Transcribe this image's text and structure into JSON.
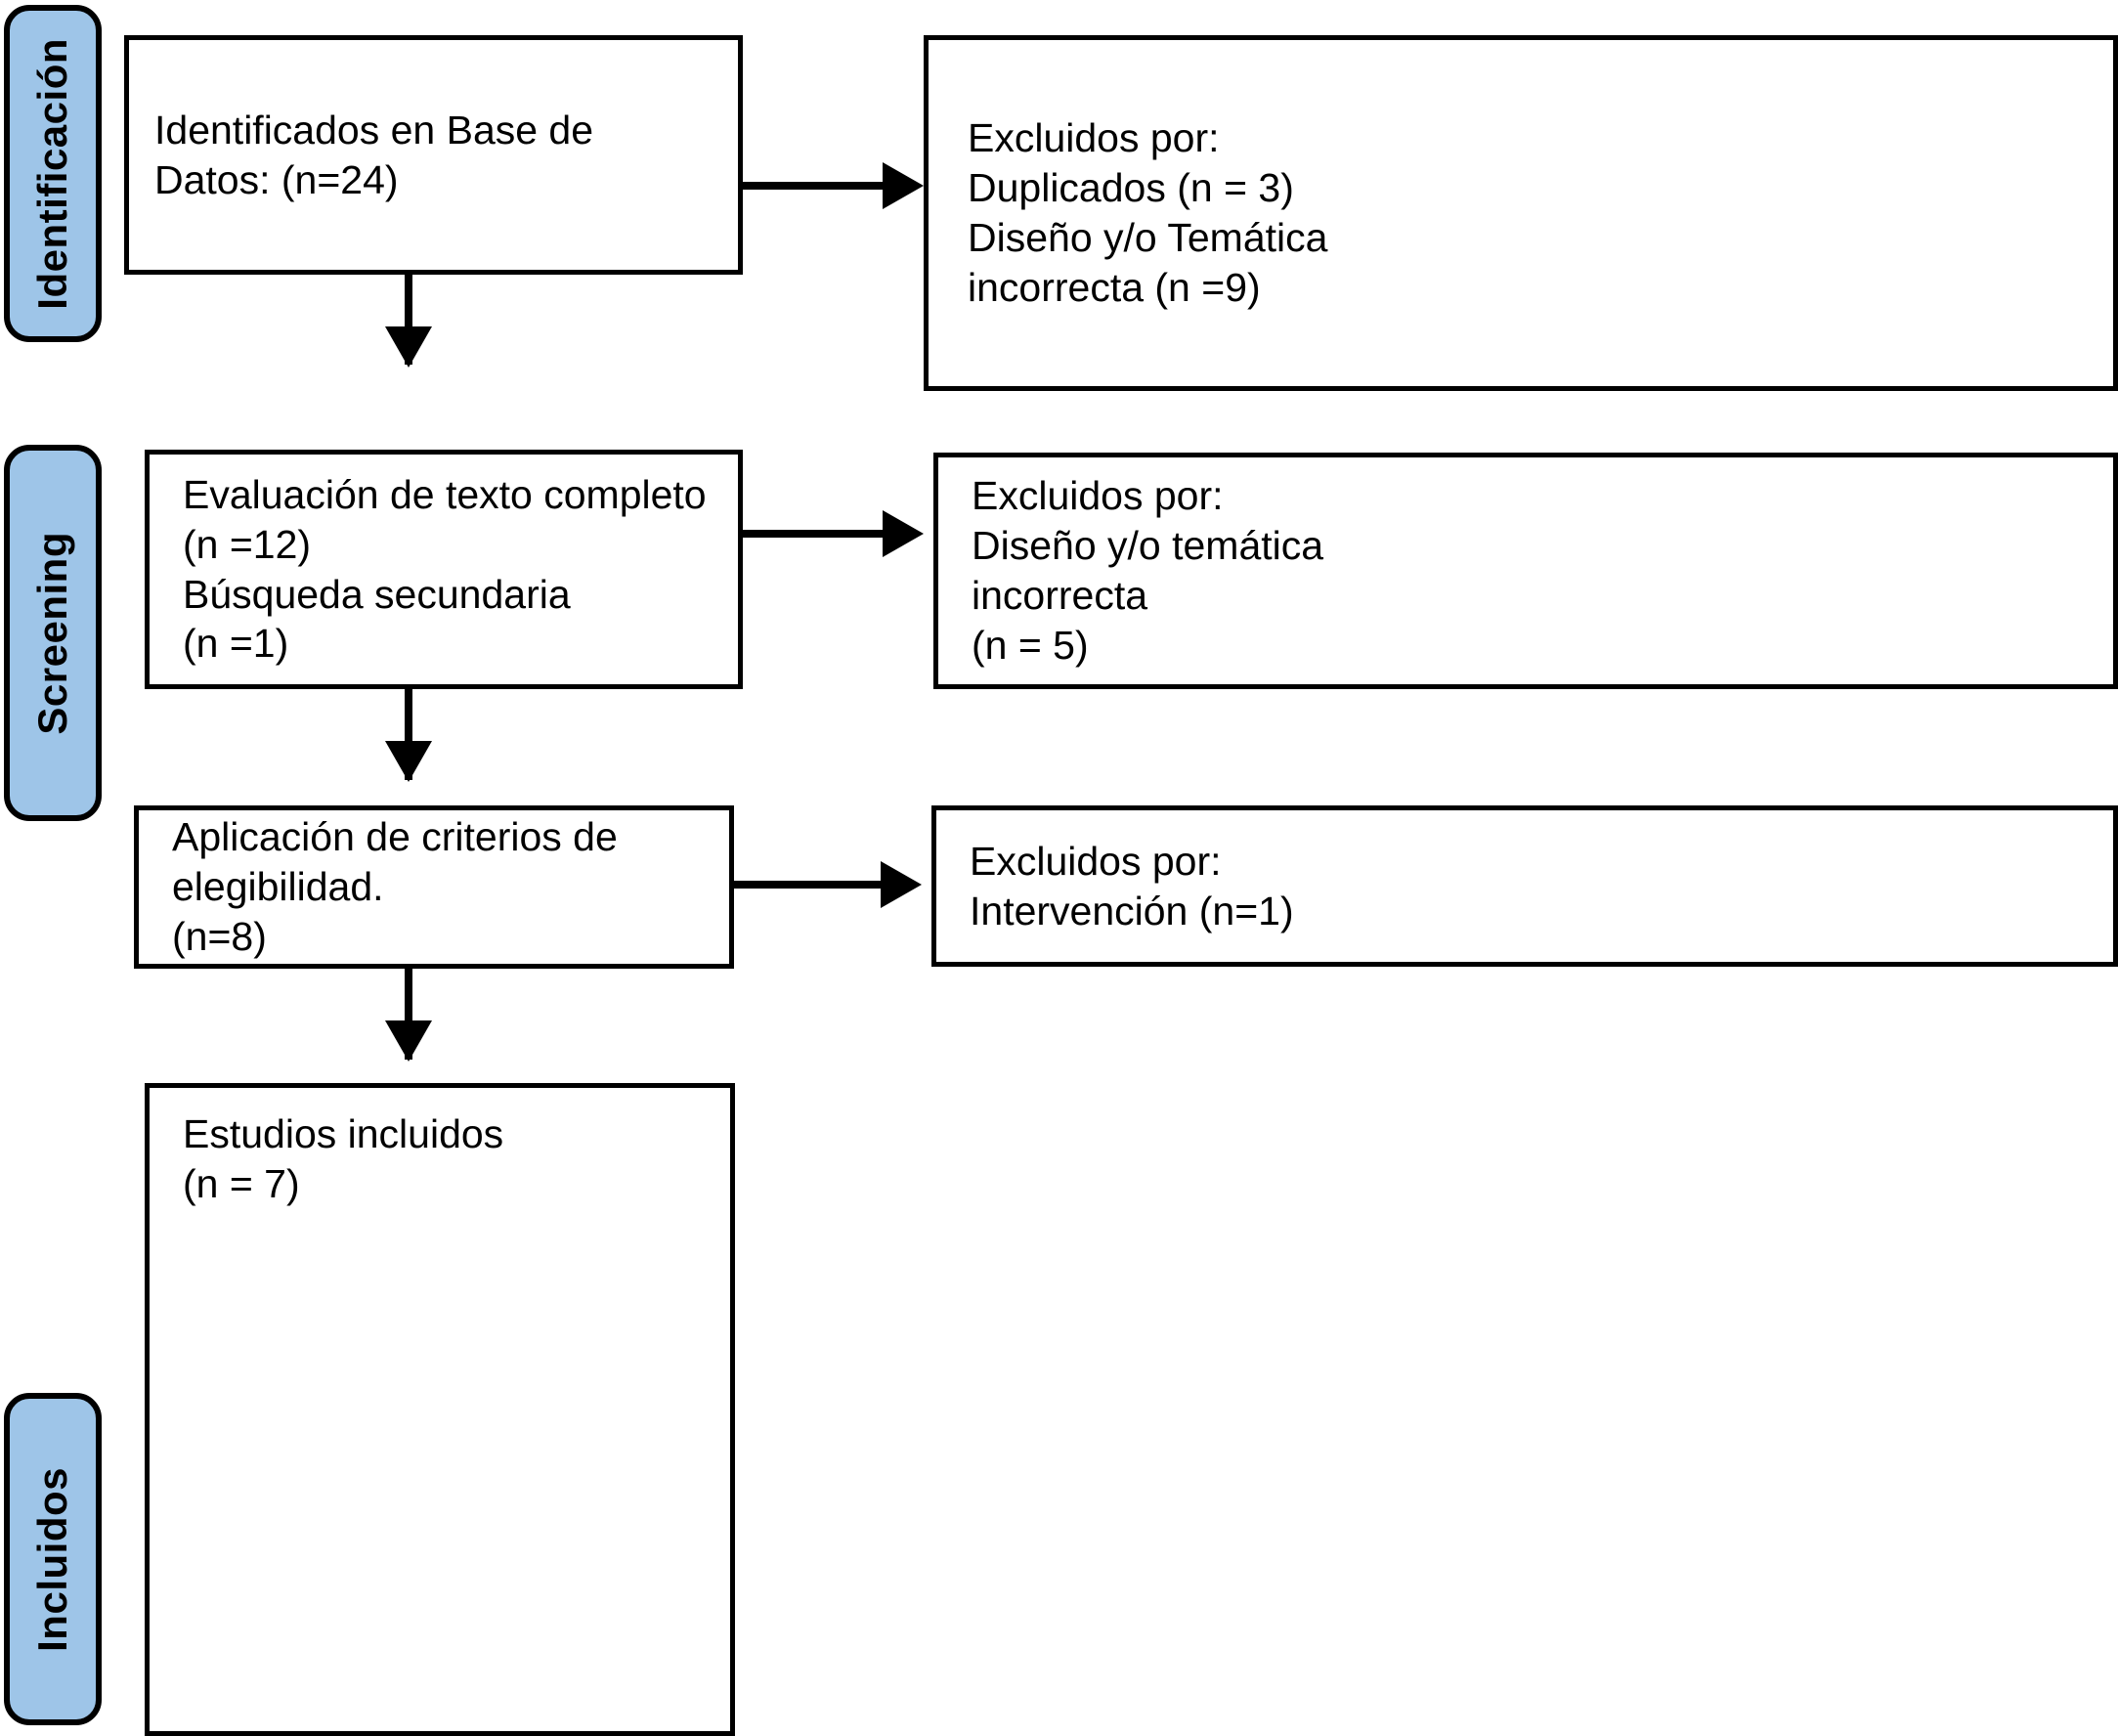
{
  "diagram": {
    "type": "PRISMA flow diagram",
    "language": "es",
    "accent_color": "#9EC5E8",
    "border_color": "#000000",
    "background_color": "#FFFFFF"
  },
  "stages": [
    {
      "id": "identificacion",
      "label": "Identificación"
    },
    {
      "id": "screening",
      "label": "Screening"
    },
    {
      "id": "incluidos",
      "label": "Incluidos"
    }
  ],
  "boxes": {
    "identified": {
      "lines": [
        "Identificados en Base de",
        "Datos: (n=24)"
      ]
    },
    "excluded_identification": {
      "lines": [
        "Excluidos por:",
        "Duplicados (n = 3)",
        "Diseño y/o Temática",
        "incorrecta (n =9)"
      ]
    },
    "fulltext": {
      "lines": [
        "Evaluación de texto completo",
        "(n =12)",
        "Búsqueda secundaria",
        "(n =1)"
      ]
    },
    "excluded_screening": {
      "lines": [
        "Excluidos por:",
        "Diseño y/o temática",
        "incorrecta",
        "(n = 5)"
      ]
    },
    "eligibility": {
      "lines": [
        "Aplicación de criterios de",
        "elegibilidad.",
        "(n=8)"
      ]
    },
    "excluded_eligibility": {
      "lines": [
        "Excluidos por:",
        "Intervención (n=1)"
      ]
    },
    "included": {
      "lines": [
        "Estudios incluidos",
        "(n = 7)"
      ]
    }
  },
  "connectors": [
    {
      "id": "identified-to-excluded",
      "direction": "right"
    },
    {
      "id": "identified-to-fulltext",
      "direction": "down"
    },
    {
      "id": "fulltext-to-excluded",
      "direction": "right"
    },
    {
      "id": "fulltext-to-eligibility",
      "direction": "down"
    },
    {
      "id": "eligibility-to-excluded",
      "direction": "right"
    },
    {
      "id": "eligibility-to-included",
      "direction": "down"
    }
  ]
}
